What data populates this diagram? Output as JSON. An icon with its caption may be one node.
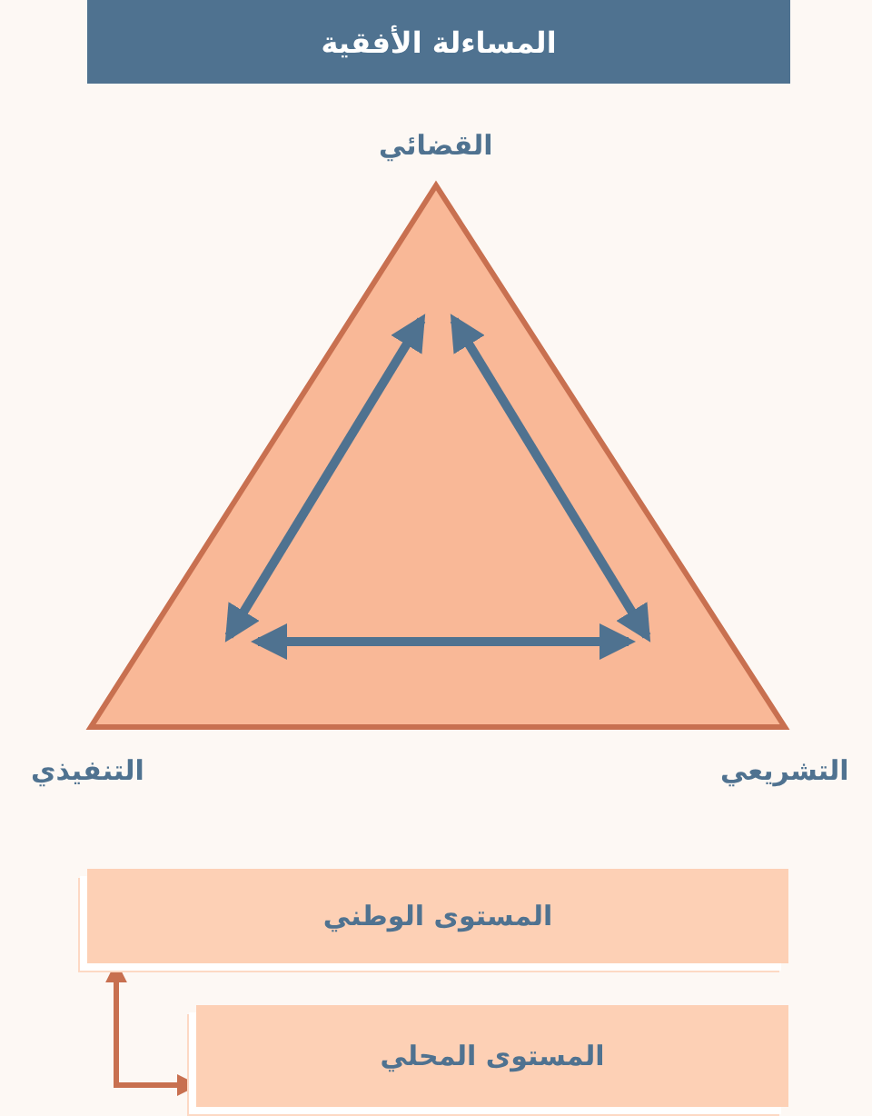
{
  "diagram": {
    "title": "المساءلة الأفقية",
    "nodes": [
      {
        "text": [
          "القضائي"
        ]
      },
      {
        "text": [
          "التنفيذي"
        ]
      },
      {
        "text": [
          "التشريعي"
        ]
      },
      {
        "text": [
          "المستوى الوطني"
        ]
      },
      {
        "text": [
          "المستوى المحلي"
        ]
      }
    ],
    "edges": [
      {
        "from": 0,
        "to": 1,
        "arrow": "both"
      },
      {
        "from": 0,
        "to": 2,
        "arrow": "both"
      },
      {
        "from": 1,
        "to": 2,
        "arrow": "both"
      },
      {
        "from": 3,
        "to": 4,
        "arrow": "both",
        "color": "#c87050"
      }
    ]
  }
}
